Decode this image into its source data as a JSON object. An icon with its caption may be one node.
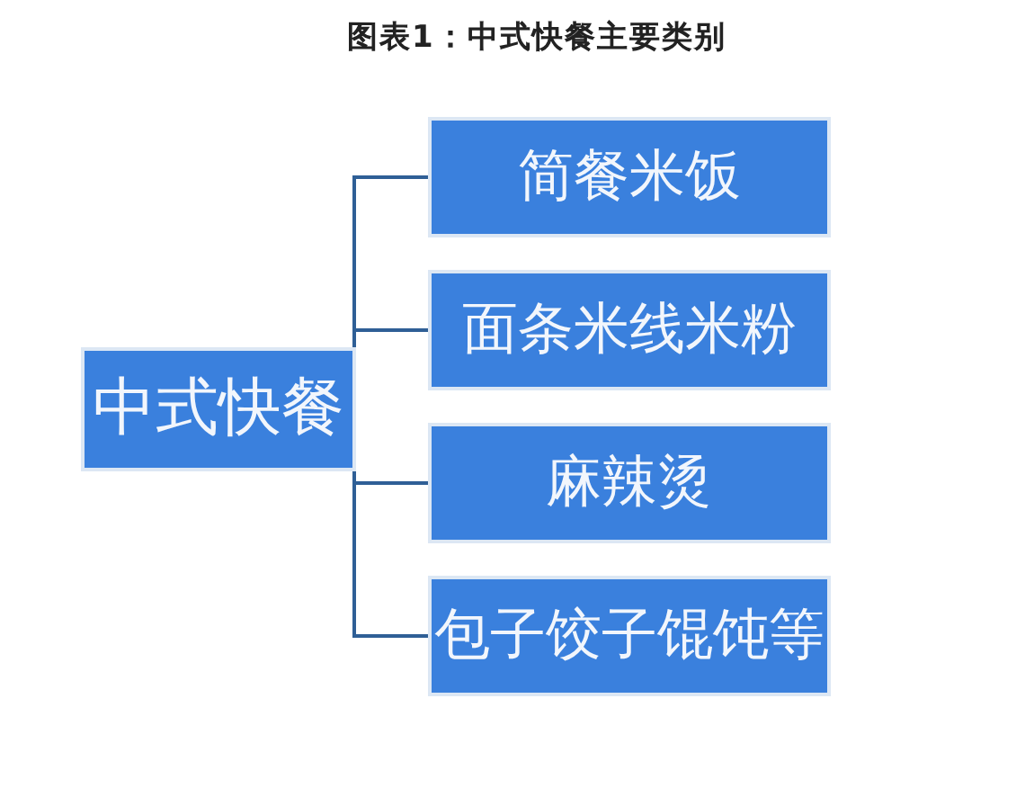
{
  "diagram": {
    "title": "图表1：中式快餐主要类别",
    "nodes": [
      {
        "text": [
          "中式快餐"
        ]
      },
      {
        "text": [
          "简餐米饭"
        ]
      },
      {
        "text": [
          "面条米线米粉"
        ]
      },
      {
        "text": [
          "麻辣烫"
        ]
      },
      {
        "text": [
          "包子饺子馄饨等"
        ]
      }
    ],
    "edges": [
      {
        "from": 0,
        "to": 1,
        "arrow": "none"
      },
      {
        "from": 0,
        "to": 2,
        "arrow": "none"
      },
      {
        "from": 0,
        "to": 3,
        "arrow": "none"
      },
      {
        "from": 0,
        "to": 4,
        "arrow": "none"
      }
    ]
  }
}
